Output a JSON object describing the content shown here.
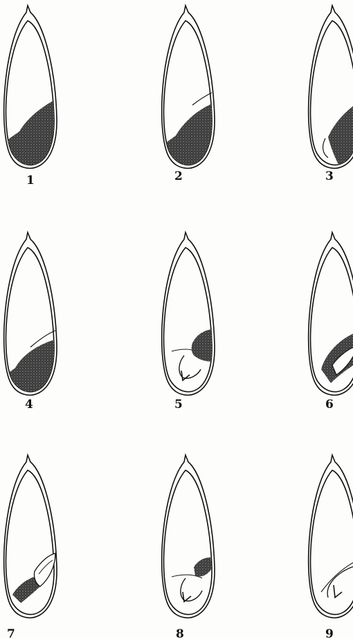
{
  "figure": {
    "panels": [
      {
        "label": "1",
        "stage": "dark-mass-lower"
      },
      {
        "label": "2",
        "stage": "dark-mass-lower"
      },
      {
        "label": "3",
        "stage": "dark-mass-lower"
      },
      {
        "label": "4",
        "stage": "dark-mass-lower"
      },
      {
        "label": "5",
        "stage": "mass-with-embryo"
      },
      {
        "label": "6",
        "stage": "mass-with-embryo"
      },
      {
        "label": "7",
        "stage": "mass-with-embryo"
      },
      {
        "label": "8",
        "stage": "embryo-mostly-clear"
      },
      {
        "label": "9",
        "stage": "embryo-mostly-clear"
      }
    ],
    "colors": {
      "ink": "#111111",
      "stipple": "#2a2a2a",
      "paper": "#fdfdfb"
    }
  }
}
